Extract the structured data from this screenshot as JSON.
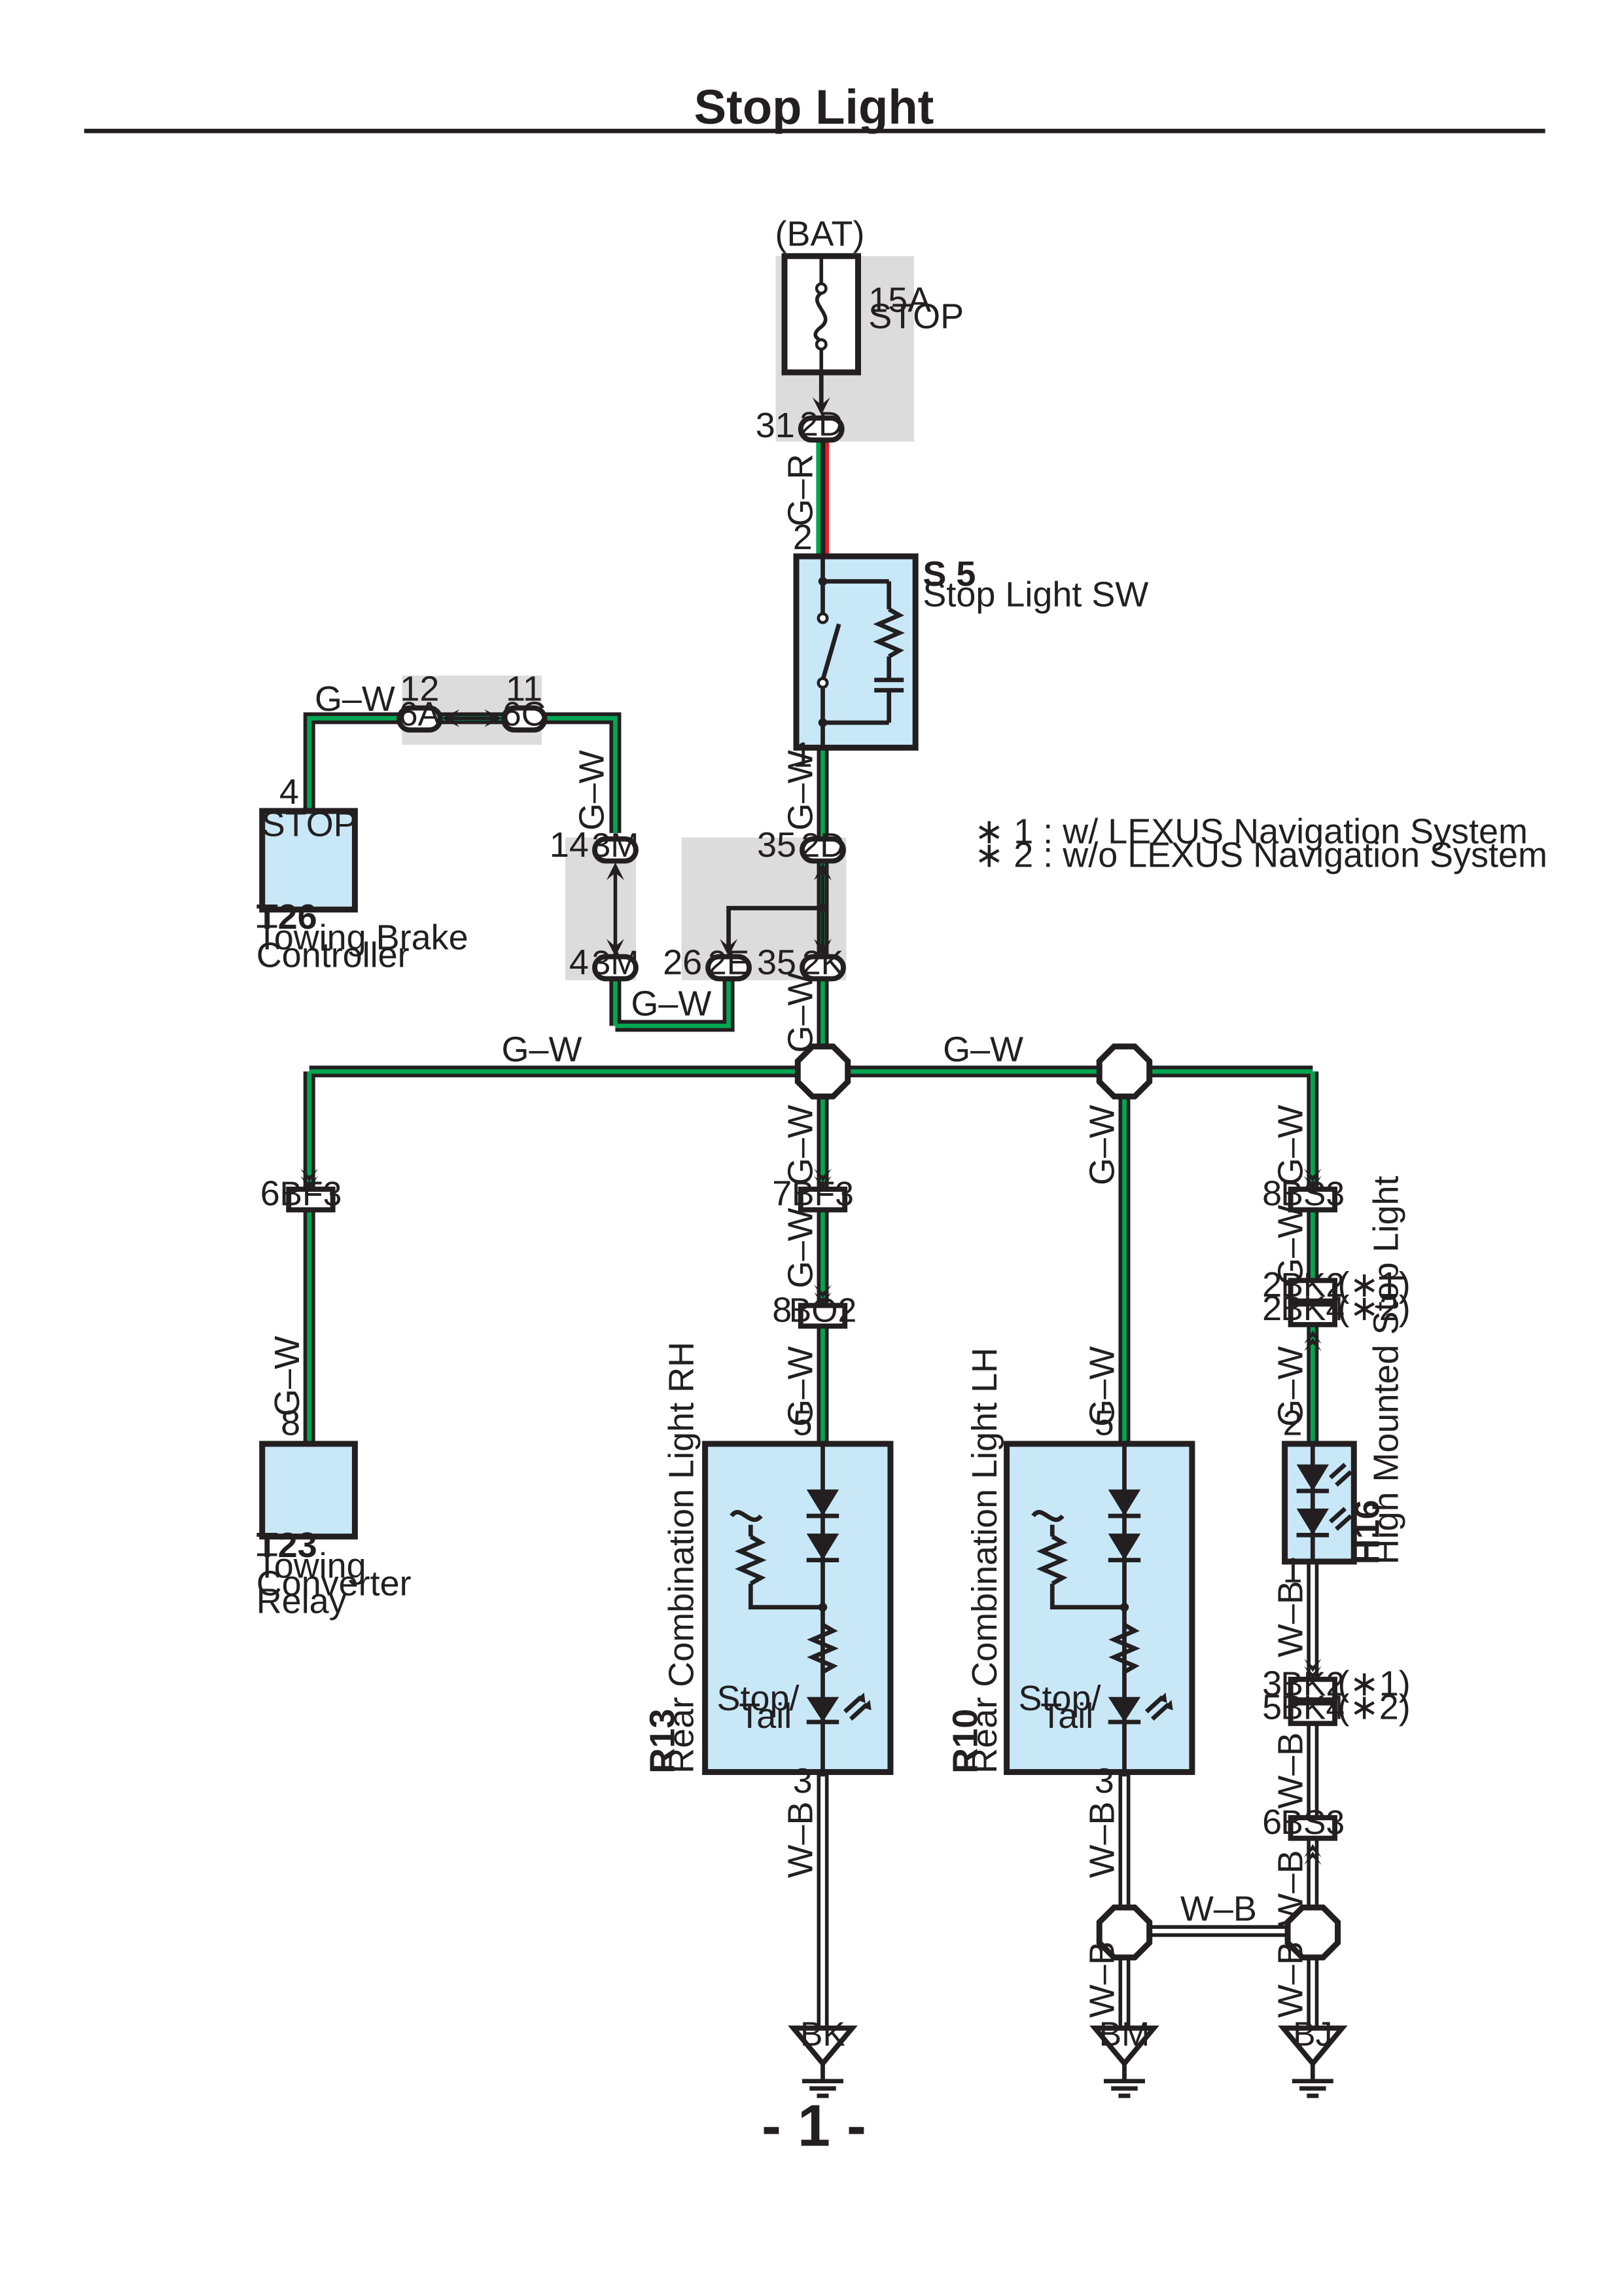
{
  "page": {
    "title": "Stop Light",
    "page_number": "- 1 -"
  },
  "notes": {
    "note1": "∗ 1 : w/ LEXUS Navigation System",
    "note2": "∗ 2 : w/o LEXUS Navigation System"
  },
  "colors": {
    "wire_green": "#00a651",
    "wire_red": "#ed1c24",
    "wire_outline": "#231f20",
    "component_fill": "#c8e8f8",
    "highlight_fill": "#dcdcdc"
  },
  "fuse": {
    "source": "(BAT)",
    "rating": "15A",
    "name": "STOP"
  },
  "components": {
    "s5": {
      "code": "S 5",
      "name": "Stop Light SW"
    },
    "t26": {
      "code": "T26",
      "name_line1": "Towing Brake",
      "name_line2": "Controller",
      "inner": "STOP"
    },
    "t23": {
      "code": "T23",
      "name_line1": "Towing",
      "name_line2": "Converter",
      "name_line3": "Relay"
    },
    "r13": {
      "code": "R13",
      "name": "Rear Combination Light RH",
      "inner_line1": "Stop/",
      "inner_line2": "Tail"
    },
    "r10": {
      "code": "R10",
      "name": "Rear Combination Light LH",
      "inner_line1": "Stop/",
      "inner_line2": "Tail"
    },
    "h16": {
      "code": "H16",
      "name": "High Mounted Stop Light"
    }
  },
  "connectors": {
    "c2d_top": "2D",
    "c6a": "6A",
    "c6c": "6C",
    "c3m_top": "3M",
    "c3m_bot": "3M",
    "c2d_mid": "2D",
    "c2e": "2E",
    "c2k": "2K",
    "bf3_left": "BF3",
    "bf3_mid": "BF3",
    "bo2": "BO2",
    "bs3_top": "BS3",
    "bk2_top": "BK2",
    "bk4_top": "BK4",
    "bk2_bot": "BK2",
    "bk4_bot": "BK4",
    "bs3_bot": "BS3"
  },
  "pins": {
    "p31": "31",
    "p2": "2",
    "p1": "1",
    "p12": "12",
    "p11": "11",
    "p4_t26": "4",
    "p14": "14",
    "p4_3m": "4",
    "p35_top": "35",
    "p26": "26",
    "p35_bot": "35",
    "p6_bf3": "6",
    "p7_bf3": "7",
    "p8_bo2": "8",
    "p8_bs3": "8",
    "p8_t23": "8",
    "p5_r13": "5",
    "p5_r10": "5",
    "p3_r13": "3",
    "p3_r10": "3",
    "p2_bk2": "2",
    "p2_bk4": "2",
    "p2_h16": "2",
    "p1_h16": "1",
    "p3_bk2": "3",
    "p5_bk4": "5",
    "p6_bs3": "6"
  },
  "tags": {
    "star1": "(∗1)",
    "star2": "(∗2)"
  },
  "wires": {
    "gr": "G–R",
    "gw": "G–W",
    "wb": "W–B"
  },
  "grounds": {
    "bk": "BK",
    "bm": "BM",
    "bj": "BJ"
  }
}
